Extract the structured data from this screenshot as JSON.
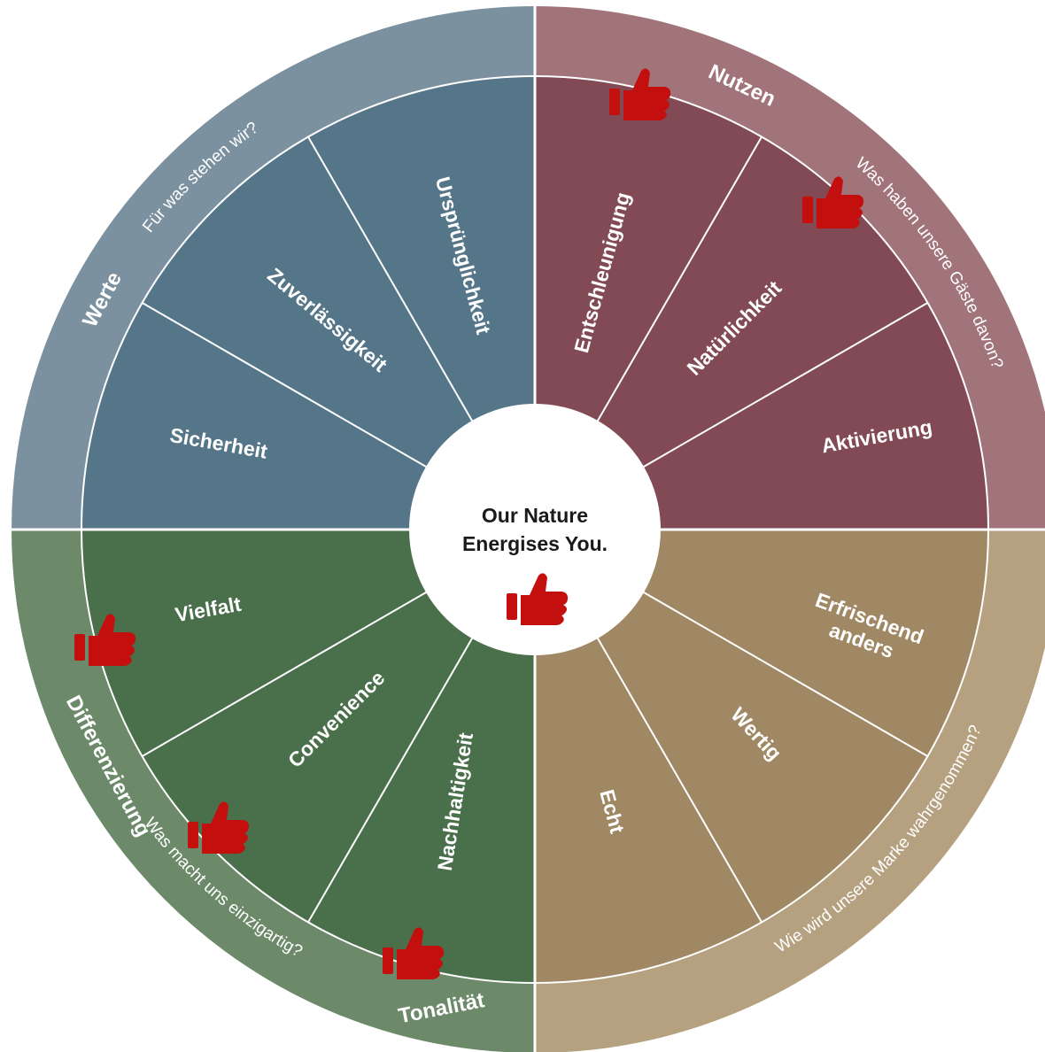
{
  "center": {
    "line1": "Our Nature",
    "line2": "Energises You."
  },
  "quadrants": [
    {
      "id": "werte",
      "title": "Werte",
      "question": "Für was stehen wir?",
      "outer_color": "#7c91a0",
      "inner_color": "#557689",
      "segments": [
        "Sicherheit",
        "Zuverlässigkeit",
        "Ursprünglichkeit"
      ]
    },
    {
      "id": "nutzen",
      "title": "Nutzen",
      "question": "Was haben unsere Gäste davon?",
      "outer_color": "#a1747a",
      "inner_color": "#814a55",
      "segments": [
        "Entschleunigung",
        "Natürlichkeit",
        "Aktivierung"
      ]
    },
    {
      "id": "tonalitaet",
      "title": "Tonalität",
      "question": "Wie wird unsere Marke wahrgenommen?",
      "outer_color": "#b5a17f",
      "inner_color": "#a08865",
      "segments": [
        "Erfrischend anders",
        "Wertig",
        "Echt"
      ]
    },
    {
      "id": "differenzierung",
      "title": "Differenzierung",
      "question": "Was macht uns einzigartig?",
      "outer_color": "#6c8a6a",
      "inner_color": "#4a6f4b",
      "segments": [
        "Vielfalt",
        "Convenience",
        "Nachhaltigkeit"
      ]
    }
  ],
  "marks": {
    "thumb_icon": "thumbs-up-icon",
    "thumb_color": "#c40f0f",
    "highlighted_segments": [
      "Entschleunigung",
      "Natürlichkeit",
      "Vielfalt",
      "Convenience",
      "Nachhaltigkeit",
      "center"
    ]
  }
}
